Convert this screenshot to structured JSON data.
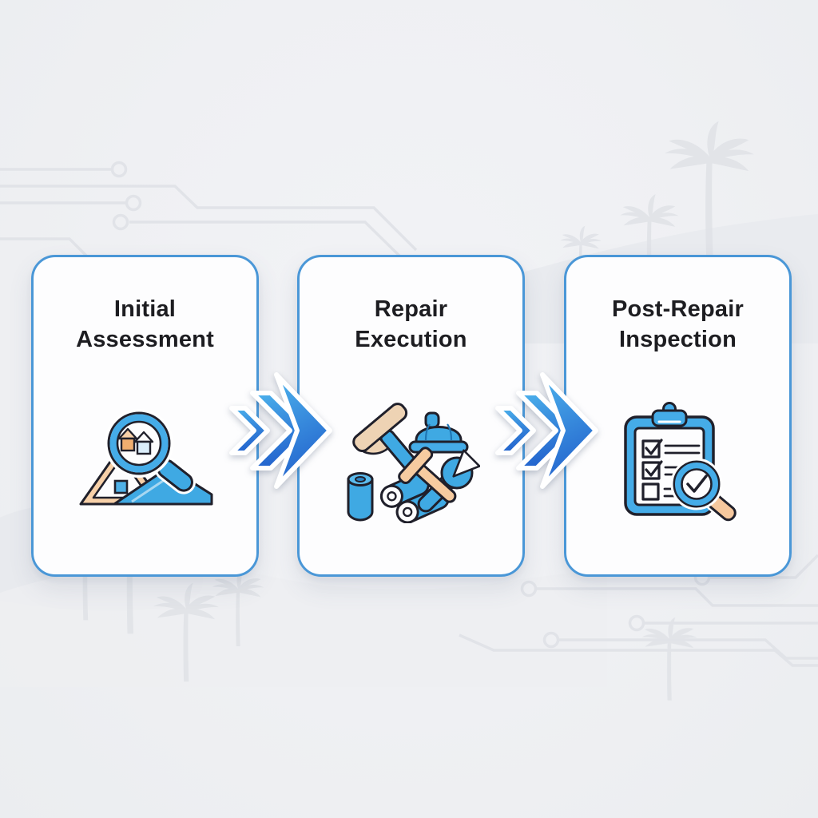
{
  "page": {
    "type": "process-infographic",
    "background_color": "#eff0f3"
  },
  "process": {
    "steps": [
      {
        "label": "Initial\nAssessment",
        "icon": "roof-magnifier-icon"
      },
      {
        "label": "Repair\nExecution",
        "icon": "repair-tools-icon"
      },
      {
        "label": "Post-Repair\nInspection",
        "icon": "checklist-magnifier-icon"
      }
    ],
    "connector_icon": "triple-chevron-right-icon",
    "connector_count": 2
  },
  "colors": {
    "card_border": "#4a97d7",
    "card_background": "#fdfdfe",
    "title_text": "#1d1d21",
    "icon_blue": "#3fa9e3",
    "icon_blue_light": "#5bbcee",
    "icon_tan": "#f6cba0",
    "icon_orange": "#f0ae6f",
    "icon_outline": "#20202b",
    "arrow_gradient_top": "#4cb2ec",
    "arrow_gradient_bottom": "#2363cd",
    "decoration_gray": "#e2e4e9"
  }
}
